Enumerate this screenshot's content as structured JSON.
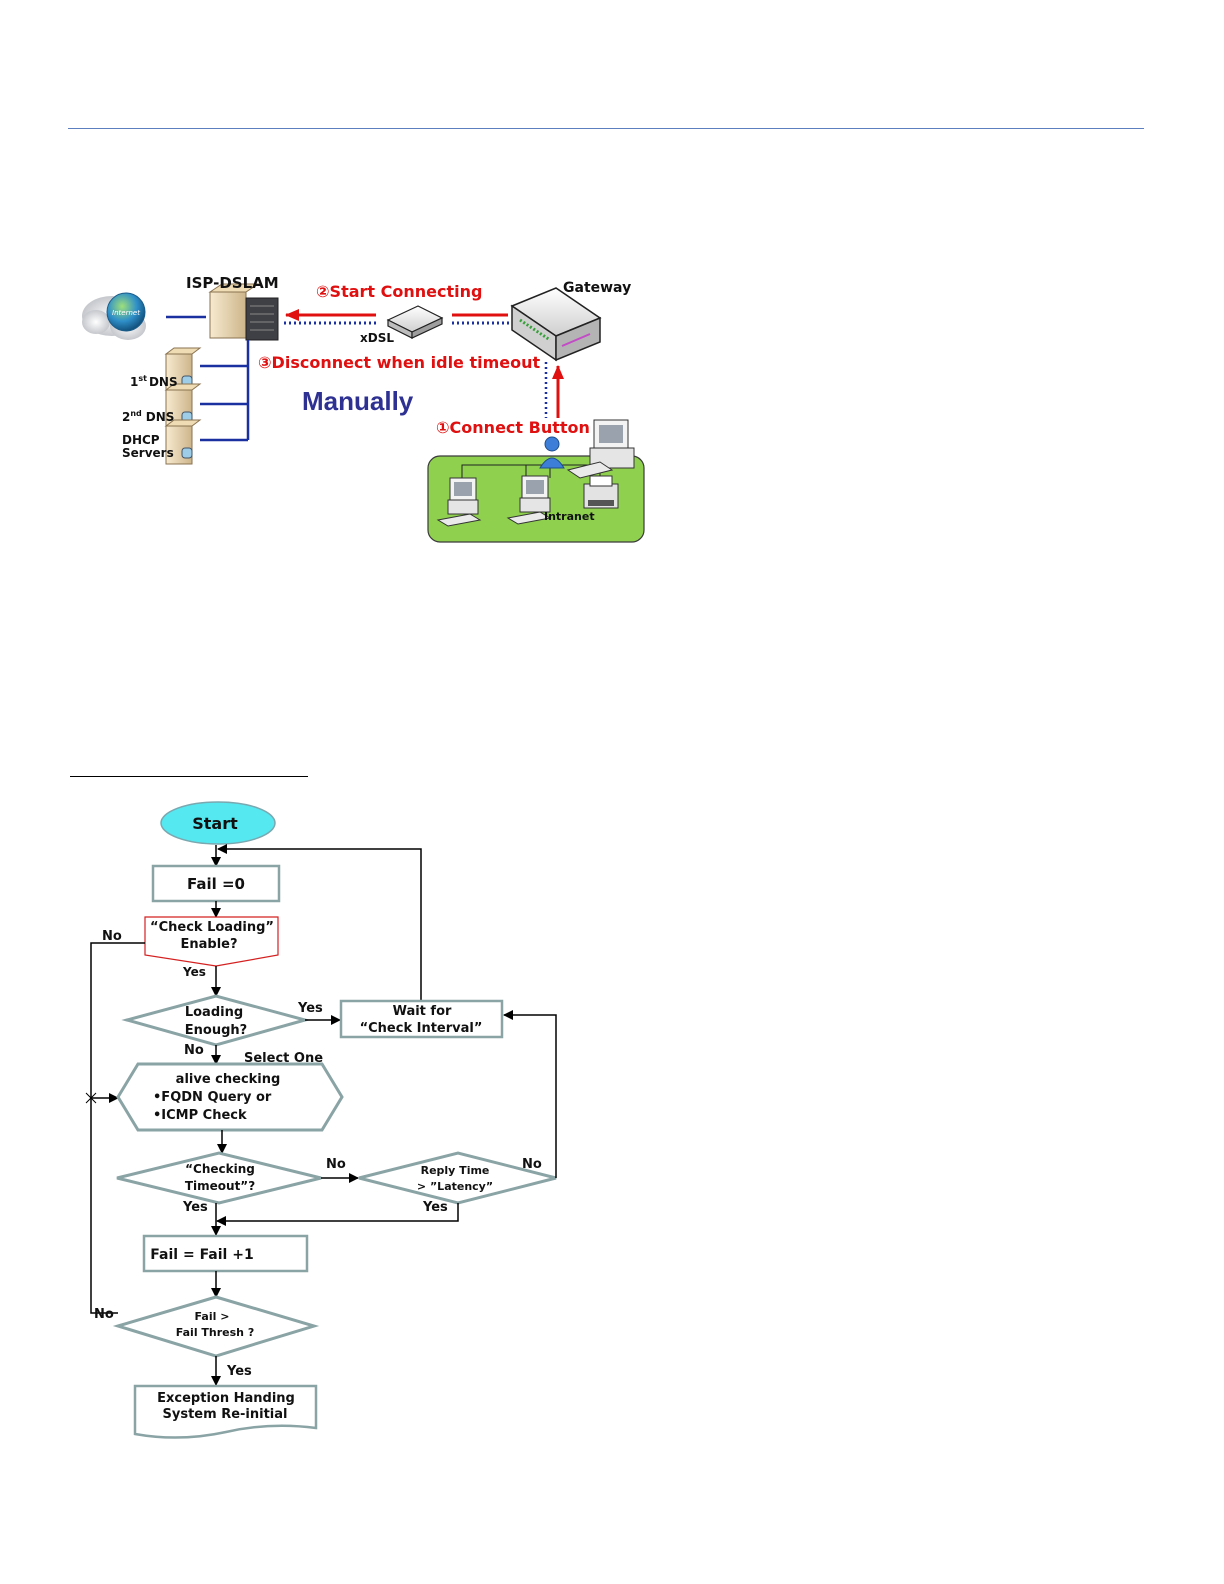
{
  "network_diagram": {
    "isp_label": "ISP-DSLAM",
    "gateway_label": "Gateway",
    "internet_label": "Internet",
    "xdsl_label": "xDSL",
    "step2": "②Start Connecting",
    "step3": "③Disconnect when idle timeout",
    "step1": "①Connect Button",
    "mode": "Manually",
    "dns1_num": "1",
    "dns1_sup": "st",
    "dns1_text": "DNS",
    "dns2_num": "2",
    "dns2_sup": "nd",
    "dns2_text": "DNS",
    "dhcp_line1": "DHCP",
    "dhcp_line2": "Servers",
    "intranet_label": "Intranet"
  },
  "flowchart": {
    "start": "Start",
    "fail_zero": "Fail  =0",
    "check_loading_l1": "“Check Loading”",
    "check_loading_l2": "Enable?",
    "loading_l1": "Loading",
    "loading_l2": "Enough?",
    "wait_l1": "Wait for",
    "wait_l2": "“Check Interval”",
    "select_one": "Select One",
    "alive_l1": "alive checking",
    "alive_l2": "•FQDN Query   or",
    "alive_l3": "•ICMP Check",
    "timeout_l1": "“Checking",
    "timeout_l2": "Timeout”?",
    "reply_l1": "Reply Time",
    "reply_l2": "> ”Latency”",
    "fail_inc": "Fail = Fail +1",
    "thresh_l1": "Fail >",
    "thresh_l2": "Fail Thresh ?",
    "exception_l1": "Exception Handing",
    "exception_l2": "System Re-initial",
    "yes": "Yes",
    "no": "No"
  }
}
